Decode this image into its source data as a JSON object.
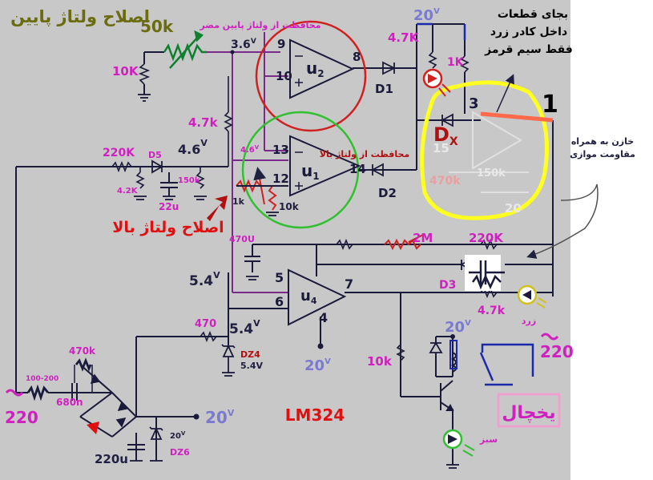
{
  "colors": {
    "background": "#c8c8c8",
    "wire_dark": "#1a1a3a",
    "wire_purple": "#7a2a8a",
    "wire_blue": "#1a2aaa",
    "magenta_label": "#d020c0",
    "red_label": "#e01010",
    "dark_red": "#b01010",
    "olive_title": "#6b6b10",
    "lavender_label": "#7a7ad0",
    "dark_label": "#202040",
    "green_circle": "#30c030",
    "red_circle": "#d02020",
    "yellow_highlight": "#ffff20",
    "pink_box": "#f0a0d0"
  },
  "titles": {
    "low_voltage_adjust": "اصلاح ولتاژ پایین",
    "high_voltage_adjust": "اصلاح ولتاژ بالا",
    "low_voltage_protector": "محافظت از ولتاژ پایین مضر",
    "high_voltage_protector": "محافظت از ولتاژ بالا",
    "replace_note_line1": "بجای قطعات",
    "replace_note_line2": "داخل کادر زرد",
    "replace_note_line3": "فقط سیم قرمز",
    "capacitor_note_line1": "خازن به همراه",
    "capacitor_note_line2": "مقاومت موازی",
    "refrigerator": "یخچال",
    "green_led_label": "سبز",
    "yellow_led_label": "زرد",
    "chip": "LM324"
  },
  "labels": {
    "pot_50k": "50k",
    "r_10k_top": "10K",
    "v_3_6": "3.6",
    "u2": "u",
    "u2_sub": "2",
    "u1": "u",
    "u1_sub": "1",
    "u4": "u",
    "u4_sub": "4",
    "pin9": "9",
    "pin10": "10",
    "pin8": "8",
    "pin13": "13",
    "pin12": "12",
    "pin14": "14",
    "pin5": "5",
    "pin6": "6",
    "pin7": "7",
    "pin4": "4",
    "pin3": "3",
    "v20_top": "20",
    "r_4_7k_led": "4.7K",
    "r_1k_top": "1K",
    "d1": "D1",
    "d2": "D2",
    "d3": "D3",
    "d5": "D5",
    "dx": "D",
    "dx_sub": "X",
    "num_1": "1",
    "r_4_7k_div": "4.7k",
    "r_220k_in": "220K",
    "v_4_6": "4.6",
    "v_4_6_small": "4.6",
    "r_4_2k": "4.2K",
    "c_22u": "22u",
    "r_150k": "150k",
    "r_1k_mid": "1k",
    "r_10k_mid": "10k",
    "faded_15": "15",
    "faded_470k": "470k",
    "faded_150k": "150k",
    "faded_20": "20",
    "c_470u": "470U",
    "r_2m": "2M",
    "r_220k_fb": "220K",
    "v_5_4_a": "5.4",
    "v_5_4_b": "5.4",
    "r_470": "470",
    "dz4": "DZ4",
    "dz4_v": "5.4V",
    "r_4_7k_out": "4.7k",
    "v20_out": "20",
    "v20_mid": "20",
    "r_10k_base": "10k",
    "r_470k": "470k",
    "r_100_200": "100-200",
    "c_680n": "680n",
    "ac_220_left": "220",
    "ac_220_right": "220",
    "v20_rail": "20",
    "c_220u": "220u",
    "dz6": "DZ6",
    "dz6_v": "20",
    "volt_unit": "V"
  }
}
